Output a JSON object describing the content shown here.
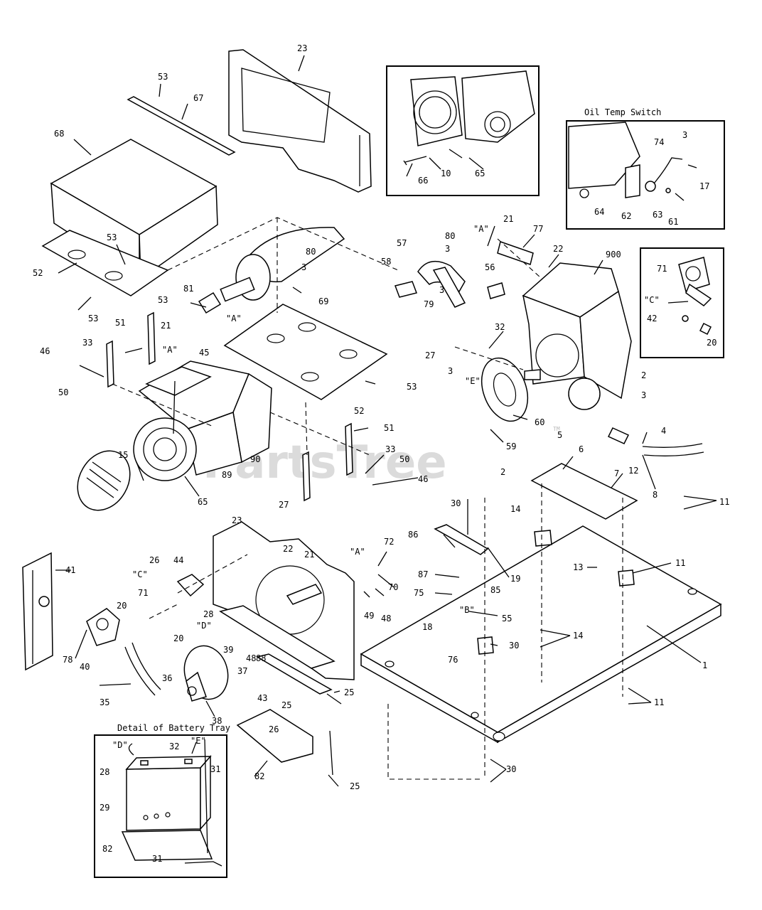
{
  "watermark": "PartsTree",
  "watermark_tm": "TM",
  "detail_titles": {
    "oil_temp_switch": "Oil Temp Switch",
    "battery_tray": "Detail of Battery Tray"
  },
  "callouts": [
    {
      "id": "c23a",
      "text": "23"
    },
    {
      "id": "c53a",
      "text": "53"
    },
    {
      "id": "c67",
      "text": "67"
    },
    {
      "id": "c68",
      "text": "68"
    },
    {
      "id": "c53b",
      "text": "53"
    },
    {
      "id": "c52a",
      "text": "52"
    },
    {
      "id": "c53c",
      "text": "53"
    },
    {
      "id": "c80a",
      "text": "80"
    },
    {
      "id": "c3a",
      "text": "3"
    },
    {
      "id": "c81",
      "text": "81"
    },
    {
      "id": "c69",
      "text": "69"
    },
    {
      "id": "c53d",
      "text": "53"
    },
    {
      "id": "c21a",
      "text": "21"
    },
    {
      "id": "cA1",
      "text": "\"A\""
    },
    {
      "id": "cA2",
      "text": "\"A\""
    },
    {
      "id": "c45",
      "text": "45"
    },
    {
      "id": "c51a",
      "text": "51"
    },
    {
      "id": "c46a",
      "text": "46"
    },
    {
      "id": "c33a",
      "text": "33"
    },
    {
      "id": "c50a",
      "text": "50"
    },
    {
      "id": "c52b",
      "text": "52"
    },
    {
      "id": "c53e",
      "text": "53"
    },
    {
      "id": "c15",
      "text": "15"
    },
    {
      "id": "c65a",
      "text": "65"
    },
    {
      "id": "c89",
      "text": "89"
    },
    {
      "id": "c90",
      "text": "90"
    },
    {
      "id": "c27a",
      "text": "27"
    },
    {
      "id": "c51b",
      "text": "51"
    },
    {
      "id": "c33b",
      "text": "33"
    },
    {
      "id": "c50b",
      "text": "50"
    },
    {
      "id": "c46b",
      "text": "46"
    },
    {
      "id": "c66",
      "text": "66"
    },
    {
      "id": "c10",
      "text": "10"
    },
    {
      "id": "c65b",
      "text": "65"
    },
    {
      "id": "c3b",
      "text": "3"
    },
    {
      "id": "c74",
      "text": "74"
    },
    {
      "id": "c17",
      "text": "17"
    },
    {
      "id": "c64",
      "text": "64"
    },
    {
      "id": "c62",
      "text": "62"
    },
    {
      "id": "c63",
      "text": "63"
    },
    {
      "id": "c61",
      "text": "61"
    },
    {
      "id": "c80b",
      "text": "80"
    },
    {
      "id": "c57",
      "text": "57"
    },
    {
      "id": "c3c",
      "text": "3"
    },
    {
      "id": "c58",
      "text": "58"
    },
    {
      "id": "c3d",
      "text": "3"
    },
    {
      "id": "c79",
      "text": "79"
    },
    {
      "id": "cA3",
      "text": "\"A\""
    },
    {
      "id": "c21b",
      "text": "21"
    },
    {
      "id": "c77",
      "text": "77"
    },
    {
      "id": "c22a",
      "text": "22"
    },
    {
      "id": "c56",
      "text": "56"
    },
    {
      "id": "c900",
      "text": "900"
    },
    {
      "id": "c71a",
      "text": "71"
    },
    {
      "id": "cC1",
      "text": "\"C\""
    },
    {
      "id": "c42",
      "text": "42"
    },
    {
      "id": "c20a",
      "text": "20"
    },
    {
      "id": "c27b",
      "text": "27"
    },
    {
      "id": "c32a",
      "text": "32"
    },
    {
      "id": "c3e",
      "text": "3"
    },
    {
      "id": "cE1",
      "text": "\"E\""
    },
    {
      "id": "c2a",
      "text": "2"
    },
    {
      "id": "c3f",
      "text": "3"
    },
    {
      "id": "c60",
      "text": "60"
    },
    {
      "id": "c5",
      "text": "5"
    },
    {
      "id": "c4",
      "text": "4"
    },
    {
      "id": "c59",
      "text": "59"
    },
    {
      "id": "c6",
      "text": "6"
    },
    {
      "id": "c2b",
      "text": "2"
    },
    {
      "id": "c7",
      "text": "7"
    },
    {
      "id": "c12",
      "text": "12"
    },
    {
      "id": "c8",
      "text": "8"
    },
    {
      "id": "c11a",
      "text": "11"
    },
    {
      "id": "c30a",
      "text": "30"
    },
    {
      "id": "c14a",
      "text": "14"
    },
    {
      "id": "c86",
      "text": "86"
    },
    {
      "id": "c19",
      "text": "19"
    },
    {
      "id": "c13",
      "text": "13"
    },
    {
      "id": "c11b",
      "text": "11"
    },
    {
      "id": "c87",
      "text": "87"
    },
    {
      "id": "c85",
      "text": "85"
    },
    {
      "id": "c75",
      "text": "75"
    },
    {
      "id": "cB",
      "text": "\"B\""
    },
    {
      "id": "c55",
      "text": "55"
    },
    {
      "id": "c18",
      "text": "18"
    },
    {
      "id": "c14b",
      "text": "14"
    },
    {
      "id": "c76",
      "text": "76"
    },
    {
      "id": "c30b",
      "text": "30"
    },
    {
      "id": "c1",
      "text": "1"
    },
    {
      "id": "c11c",
      "text": "11"
    },
    {
      "id": "c30c",
      "text": "30"
    },
    {
      "id": "c23b",
      "text": "23"
    },
    {
      "id": "c22b",
      "text": "22"
    },
    {
      "id": "c21c",
      "text": "21"
    },
    {
      "id": "cA4",
      "text": "\"A\""
    },
    {
      "id": "c72",
      "text": "72"
    },
    {
      "id": "c70",
      "text": "70"
    },
    {
      "id": "c49",
      "text": "49"
    },
    {
      "id": "c48a",
      "text": "48"
    },
    {
      "id": "c41",
      "text": "41"
    },
    {
      "id": "c26a",
      "text": "26"
    },
    {
      "id": "c44",
      "text": "44"
    },
    {
      "id": "cC2",
      "text": "\"C\""
    },
    {
      "id": "c71b",
      "text": "71"
    },
    {
      "id": "c20b",
      "text": "20"
    },
    {
      "id": "c28a",
      "text": "28"
    },
    {
      "id": "cD1",
      "text": "\"D\""
    },
    {
      "id": "c20c",
      "text": "20"
    },
    {
      "id": "c78",
      "text": "78"
    },
    {
      "id": "c40",
      "text": "40"
    },
    {
      "id": "c39",
      "text": "39"
    },
    {
      "id": "c88",
      "text": "88"
    },
    {
      "id": "c48b",
      "text": "48"
    },
    {
      "id": "c37",
      "text": "37"
    },
    {
      "id": "c43",
      "text": "43"
    },
    {
      "id": "c36",
      "text": "36"
    },
    {
      "id": "c35",
      "text": "35"
    },
    {
      "id": "c38",
      "text": "38"
    },
    {
      "id": "c25a",
      "text": "25"
    },
    {
      "id": "c25b",
      "text": "25"
    },
    {
      "id": "c26b",
      "text": "26"
    },
    {
      "id": "c82a",
      "text": "82"
    },
    {
      "id": "c25c",
      "text": "25"
    },
    {
      "id": "cD2",
      "text": "\"D\""
    },
    {
      "id": "c32b",
      "text": "32"
    },
    {
      "id": "cE2",
      "text": "\"E\""
    },
    {
      "id": "c28b",
      "text": "28"
    },
    {
      "id": "c31a",
      "text": "31"
    },
    {
      "id": "c29",
      "text": "29"
    },
    {
      "id": "c82b",
      "text": "82"
    },
    {
      "id": "c31b",
      "text": "31"
    }
  ]
}
